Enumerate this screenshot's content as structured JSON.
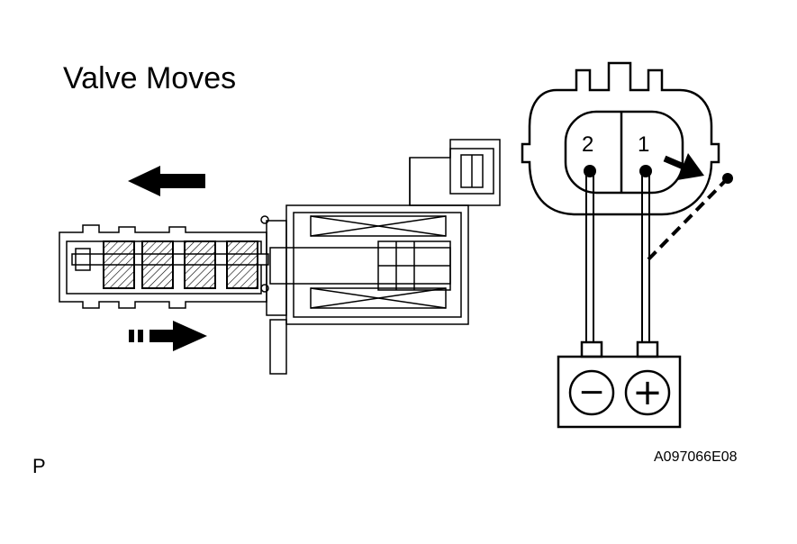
{
  "diagram": {
    "title": "Valve Moves",
    "corner_label": "P",
    "figure_code": "A097066E08",
    "connector": {
      "pin_left": "2",
      "pin_right": "1"
    },
    "battery": {
      "negative_symbol": "−",
      "positive_symbol": "+"
    },
    "arrows": {
      "upper": "solid-left-arrow",
      "lower": "dashed-right-arrow",
      "connector": "disconnect-arrow"
    }
  }
}
